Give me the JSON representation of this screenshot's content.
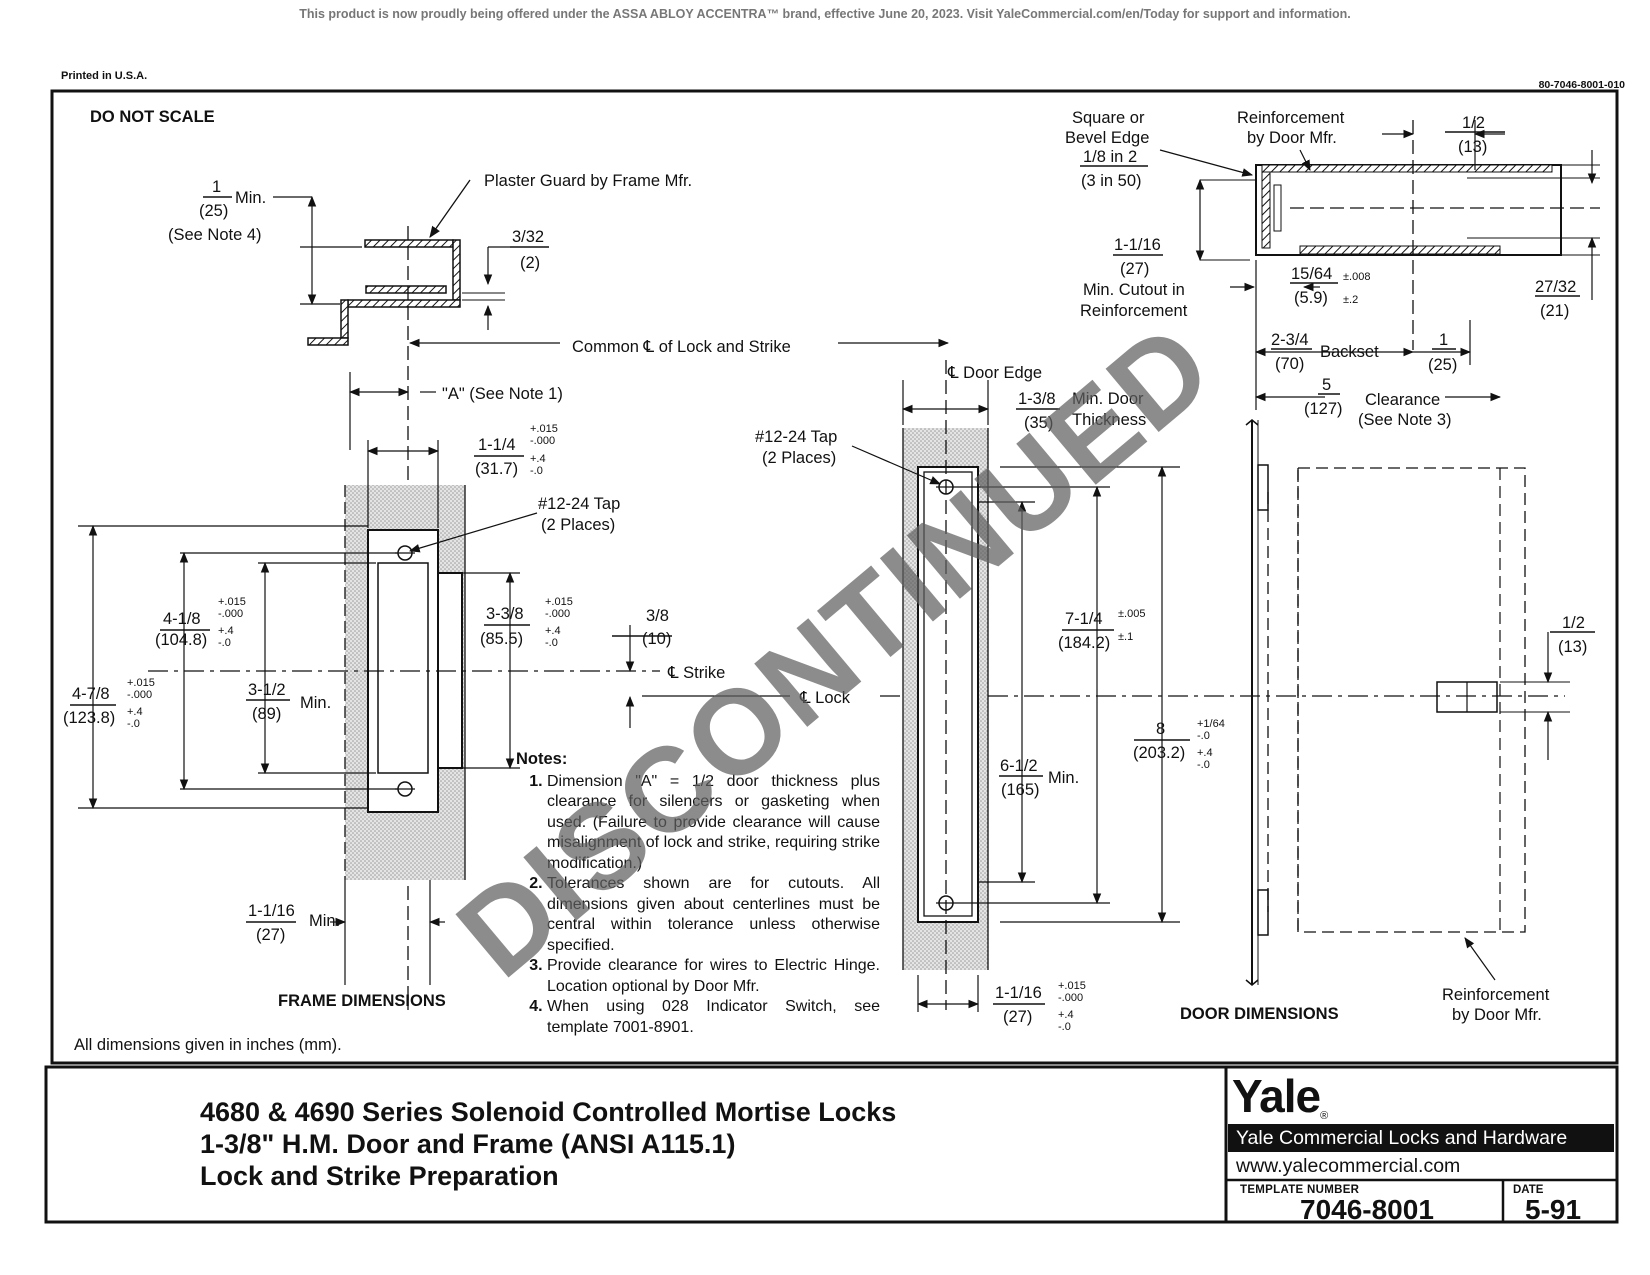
{
  "header": {
    "notice": "This product is now proudly being offered under the ASSA ABLOY ACCENTRA™ brand, effective June 20, 2023. Visit YaleCommercial.com/en/Today for support and information.",
    "printed": "Printed in U.S.A.",
    "doc_number": "80-7046-8001-010"
  },
  "drawing": {
    "do_not_scale": "DO NOT SCALE",
    "plaster_guard": "Plaster Guard by Frame Mfr.",
    "min_1": "1",
    "min_25": "(25)",
    "min_label": "Min.",
    "see_note_4": "(See Note 4)",
    "dim_3_32": "3/32",
    "dim_2": "(2)",
    "common_cl": "Common ℄ of Lock and Strike",
    "a_note": "\"A\" (See Note 1)",
    "f_1_1_4": "1-1/4",
    "f_31_7": "(31.7)",
    "tol_015": "+.015",
    "tol_000": "-.000",
    "tol_4": "+.4",
    "tol_0": "-.0",
    "tap_1": "#12-24 Tap",
    "tap_places": "(2 Places)",
    "f_4_1_8": "4-1/8",
    "f_104_8": "(104.8)",
    "f_3_3_8": "3-3/8",
    "f_85_5": "(85.5)",
    "f_3_8": "3/8",
    "f_10": "(10)",
    "cl_strike": "℄ Strike",
    "cl_lock": "℄ Lock",
    "f_4_7_8": "4-7/8",
    "f_123_8": "(123.8)",
    "f_3_1_2": "3-1/2",
    "f_89": "(89)",
    "f_1_1_16": "1-1/16",
    "f_27": "(27)",
    "frame_dims": "FRAME DIMENSIONS",
    "cl_door_edge": "℄ Door Edge",
    "d_1_3_8": "1-3/8",
    "d_35": "(35)",
    "min_door": "Min. Door",
    "thickness": "Thickness",
    "d_7_1_4": "7-1/4",
    "d_184_2": "(184.2)",
    "tol_005": "±.005",
    "tol_1": "±.1",
    "d_8": "8",
    "d_203_2": "(203.2)",
    "tol_164": "+1/64",
    "d_6_1_2": "6-1/2",
    "d_165": "(165)",
    "square_or": "Square or",
    "bevel_edge": "Bevel Edge",
    "bevel_1_8": "1/8 in 2",
    "bevel_3": "(3 in 50)",
    "reinf_1": "Reinforcement",
    "reinf_2": "by Door Mfr.",
    "r_1_2": "1/2",
    "r_13": "(13)",
    "min_cutout_1": "Min. Cutout in",
    "min_cutout_2": "Reinforcement",
    "r_15_64": "15/64",
    "r_5_9": "(5.9)",
    "tol_008": "±.008",
    "tol_2": "±.2",
    "r_27_32": "27/32",
    "r_21": "(21)",
    "r_2_3_4": "2-3/4",
    "r_70": "(70)",
    "backset": "Backset",
    "r_1": "1",
    "r_25": "(25)",
    "r_5": "5",
    "r_127": "(127)",
    "clearance": "Clearance",
    "see_note_3": "(See Note 3)",
    "door_dims": "DOOR DIMENSIONS",
    "reinf_bottom_1": "Reinforcement",
    "reinf_bottom_2": "by Door Mfr."
  },
  "notes": {
    "heading": "Notes:",
    "items": [
      "Dimension \"A\" = 1/2 door thickness plus clearance for silencers or gasketing when used. (Failure to provide clearance will cause misalignment of lock and strike, requiring strike modification.)",
      "Tolerances shown are for cutouts. All dimensions given about centerlines must be central within tolerance unless otherwise specified.",
      "Provide clearance for wires to Electric Hinge. Location optional by Door Mfr.",
      "When using 028 Indicator Switch, see template 7001-8901."
    ]
  },
  "footer": {
    "dims_note": "All dimensions given in inches (mm).",
    "title_line_1": "4680 & 4690 Series Solenoid Controlled Mortise Locks",
    "title_line_2": "1-3/8\" H.M. Door and Frame (ANSI A115.1)",
    "title_line_3": "Lock and Strike Preparation",
    "brand": "Yale",
    "brand_mark": "®",
    "company": "Yale Commercial Locks and Hardware",
    "website": "www.yalecommercial.com",
    "template_label": "TEMPLATE NUMBER",
    "template_number": "7046-8001",
    "date_label": "DATE",
    "date": "5-91"
  },
  "watermark": "DISCONTINUED",
  "colors": {
    "ink": "#111111",
    "notice_gray": "#777777",
    "watermark_gray": "#5f5f5f",
    "frame_fill": "#d9d9d9"
  }
}
